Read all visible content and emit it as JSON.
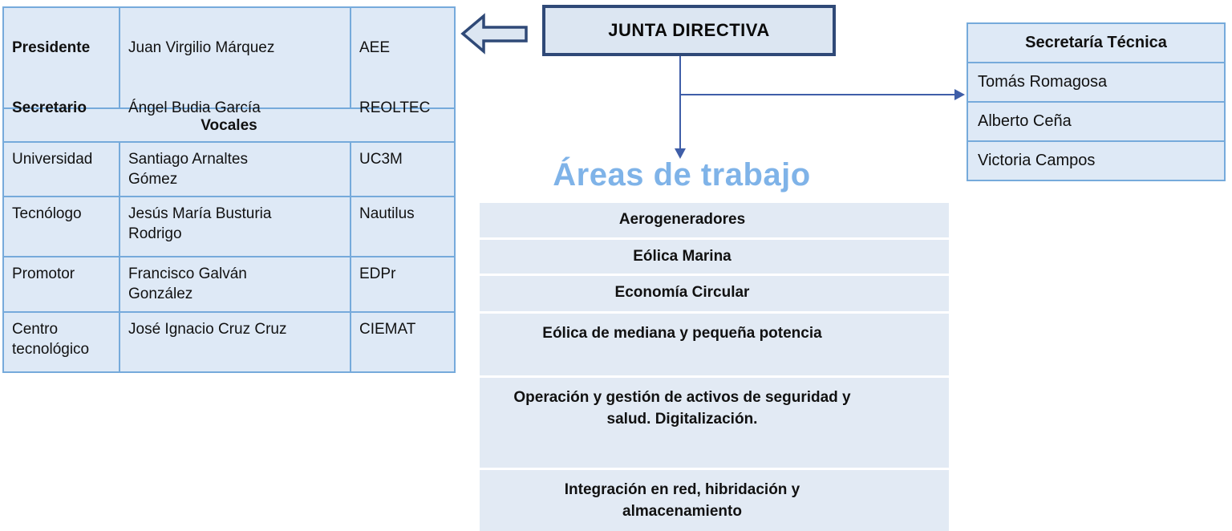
{
  "board_table": {
    "officers": {
      "role_top": "Presidente",
      "role_bottom": "Secretario",
      "name_top": "Juan Virgilio Márquez",
      "name_bottom": "Ángel Budia García",
      "org_top": "AEE",
      "org_bottom": "REOLTEC"
    },
    "vocales_header": "Vocales",
    "vocales": [
      {
        "category": "Universidad",
        "name": "Santiago Arnaltes\nGómez",
        "org": "UC3M"
      },
      {
        "category": "Tecnólogo",
        "name": "Jesús María Busturia\nRodrigo",
        "org": "Nautilus"
      },
      {
        "category": "Promotor",
        "name": "Francisco Galván\nGonzález",
        "org": "EDPr"
      },
      {
        "category": "Centro\ntecnológico",
        "name": "José Ignacio Cruz Cruz",
        "org": "CIEMAT"
      }
    ]
  },
  "junta_box": {
    "label": "JUNTA DIRECTIVA"
  },
  "secretaria_table": {
    "header": "Secretaría Técnica",
    "members": [
      "Tomás Romagosa",
      "Alberto Ceña",
      "Victoria Campos"
    ]
  },
  "areas": {
    "title": "Áreas de trabajo",
    "items": [
      "Aerogeneradores",
      "Eólica Marina",
      "Economía Circular",
      "Eólica de mediana y pequeña potencia",
      "Operación y gestión de activos de seguridad y\nsalud. Digitalización.",
      "Integración en red, hibridación y\nalmacenamiento"
    ]
  },
  "colors": {
    "cell_fill": "#DEE9F6",
    "table_border": "#76AADB",
    "junta_fill": "#DCE6F2",
    "junta_border": "#2F4977",
    "connector": "#3F5EA8",
    "title_blue": "#7FB3E8",
    "area_row_fill": "#E2EAF4"
  }
}
